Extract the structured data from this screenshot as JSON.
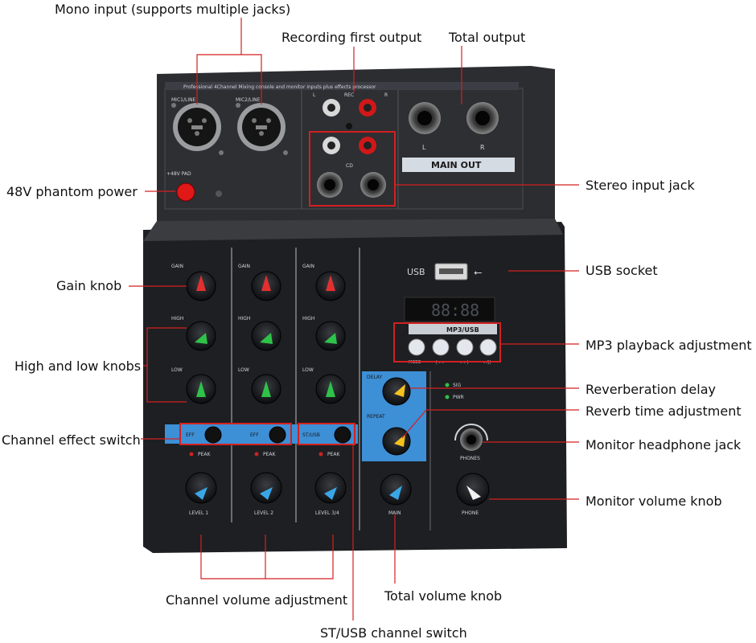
{
  "callouts": {
    "mono_input": "Mono input (supports multiple jacks)",
    "recording_output": "Recording first output",
    "total_output": "Total output",
    "phantom": "48V phantom power",
    "stereo_input": "Stereo input jack",
    "usb_socket": "USB socket",
    "gain_knob": "Gain knob",
    "mp3_adjust": "MP3 playback adjustment",
    "high_low": "High and low knobs",
    "reverb_delay": "Reverberation delay",
    "reverb_time": "Reverb time adjustment",
    "channel_effect": "Channel effect switch",
    "monitor_headphone": "Monitor headphone jack",
    "monitor_volume": "Monitor volume knob",
    "channel_volume": "Channel volume adjustment",
    "total_volume": "Total volume knob",
    "st_usb_switch": "ST/USB channel switch"
  },
  "device": {
    "header": "Professional 4Channel Mixing console and monitor inputs plus effects processor",
    "mic1": "MIC1/LINE",
    "mic2": "MIC2/LINE",
    "rec": "REC",
    "cd": "CD",
    "l": "L",
    "r": "R",
    "main_out": "MAIN OUT",
    "pad": "+48V PAD",
    "usb": "USB",
    "display": "88:88",
    "mp3_badge": "MP3/USB",
    "mp3_buttons": [
      "MODE",
      "|<<",
      ">>|",
      ">/||"
    ],
    "gain": "GAIN",
    "high": "HIGH",
    "low": "LOW",
    "eff": "EFF",
    "st_usb": "ST/USB",
    "peak": "PEAK",
    "level1": "LEVEL 1",
    "level2": "LEVEL 2",
    "level34": "LEVEL 3/4",
    "delay": "DELAY",
    "repeat": "REPEAT",
    "main": "MAIN",
    "phone": "PHONE",
    "phones": "PHONES",
    "sig": "SIG",
    "pwr": "PWR"
  }
}
